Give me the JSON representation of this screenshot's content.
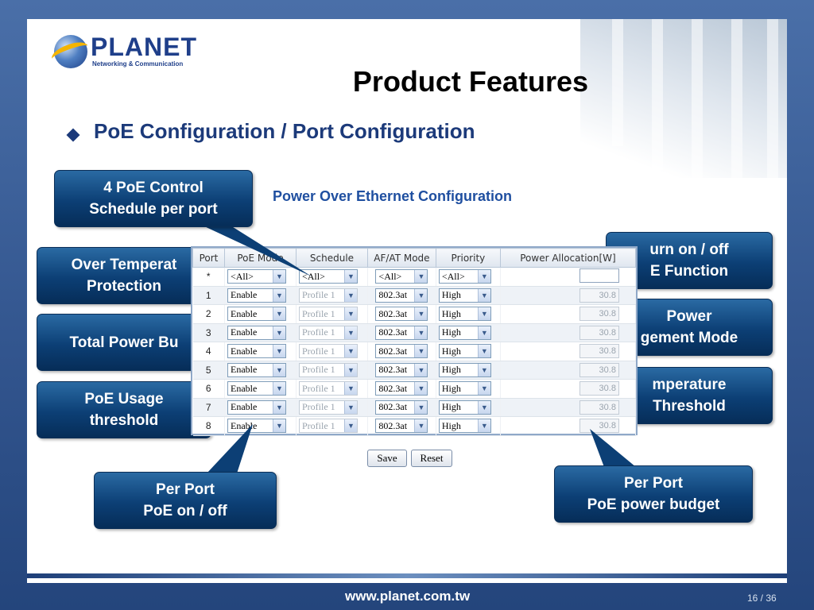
{
  "logo": {
    "word": "PLANET",
    "tagline": "Networking & Communication"
  },
  "slide": {
    "title": "Product Features",
    "subtitle": "PoE Configuration / Port Configuration",
    "config_title": "Power Over Ethernet Configuration",
    "url": "www.planet.com.tw",
    "page": "16 / 36"
  },
  "callouts": {
    "schedule": [
      "4 PoE Control",
      "Schedule per port"
    ],
    "temp": [
      "Over Temperat",
      "Protection"
    ],
    "total": [
      "Total Power Bu"
    ],
    "usage": [
      "PoE Usage",
      "threshold"
    ],
    "turn": [
      "urn on / off",
      "E Function"
    ],
    "pmode": [
      "Power",
      "gement  Mode"
    ],
    "tthr": [
      "mperature",
      "Threshold"
    ],
    "port": [
      "Per Port",
      "PoE on / off"
    ],
    "budget": [
      "Per Port",
      "PoE power budget"
    ]
  },
  "table": {
    "headers": [
      "Port",
      "PoE Mode",
      "Schedule",
      "AF/AT Mode",
      "Priority",
      "Power Allocation[W]"
    ],
    "star": {
      "port": "*",
      "mode": "<All>",
      "schedule": "<All>",
      "af": "<All>",
      "priority": "<All>",
      "power": ""
    },
    "rows": [
      {
        "port": "1",
        "mode": "Enable",
        "schedule": "Profile 1",
        "af": "802.3at",
        "priority": "High",
        "power": "30.8"
      },
      {
        "port": "2",
        "mode": "Enable",
        "schedule": "Profile 1",
        "af": "802.3at",
        "priority": "High",
        "power": "30.8"
      },
      {
        "port": "3",
        "mode": "Enable",
        "schedule": "Profile 1",
        "af": "802.3at",
        "priority": "High",
        "power": "30.8"
      },
      {
        "port": "4",
        "mode": "Enable",
        "schedule": "Profile 1",
        "af": "802.3at",
        "priority": "High",
        "power": "30.8"
      },
      {
        "port": "5",
        "mode": "Enable",
        "schedule": "Profile 1",
        "af": "802.3at",
        "priority": "High",
        "power": "30.8"
      },
      {
        "port": "6",
        "mode": "Enable",
        "schedule": "Profile 1",
        "af": "802.3at",
        "priority": "High",
        "power": "30.8"
      },
      {
        "port": "7",
        "mode": "Enable",
        "schedule": "Profile 1",
        "af": "802.3at",
        "priority": "High",
        "power": "30.8"
      },
      {
        "port": "8",
        "mode": "Enable",
        "schedule": "Profile 1",
        "af": "802.3at",
        "priority": "High",
        "power": "30.8"
      }
    ]
  },
  "buttons": {
    "save": "Save",
    "reset": "Reset"
  },
  "colors": {
    "callout": "#0c3f75",
    "title_blue": "#1f4fa0",
    "subtitle": "#1c3a7a"
  }
}
